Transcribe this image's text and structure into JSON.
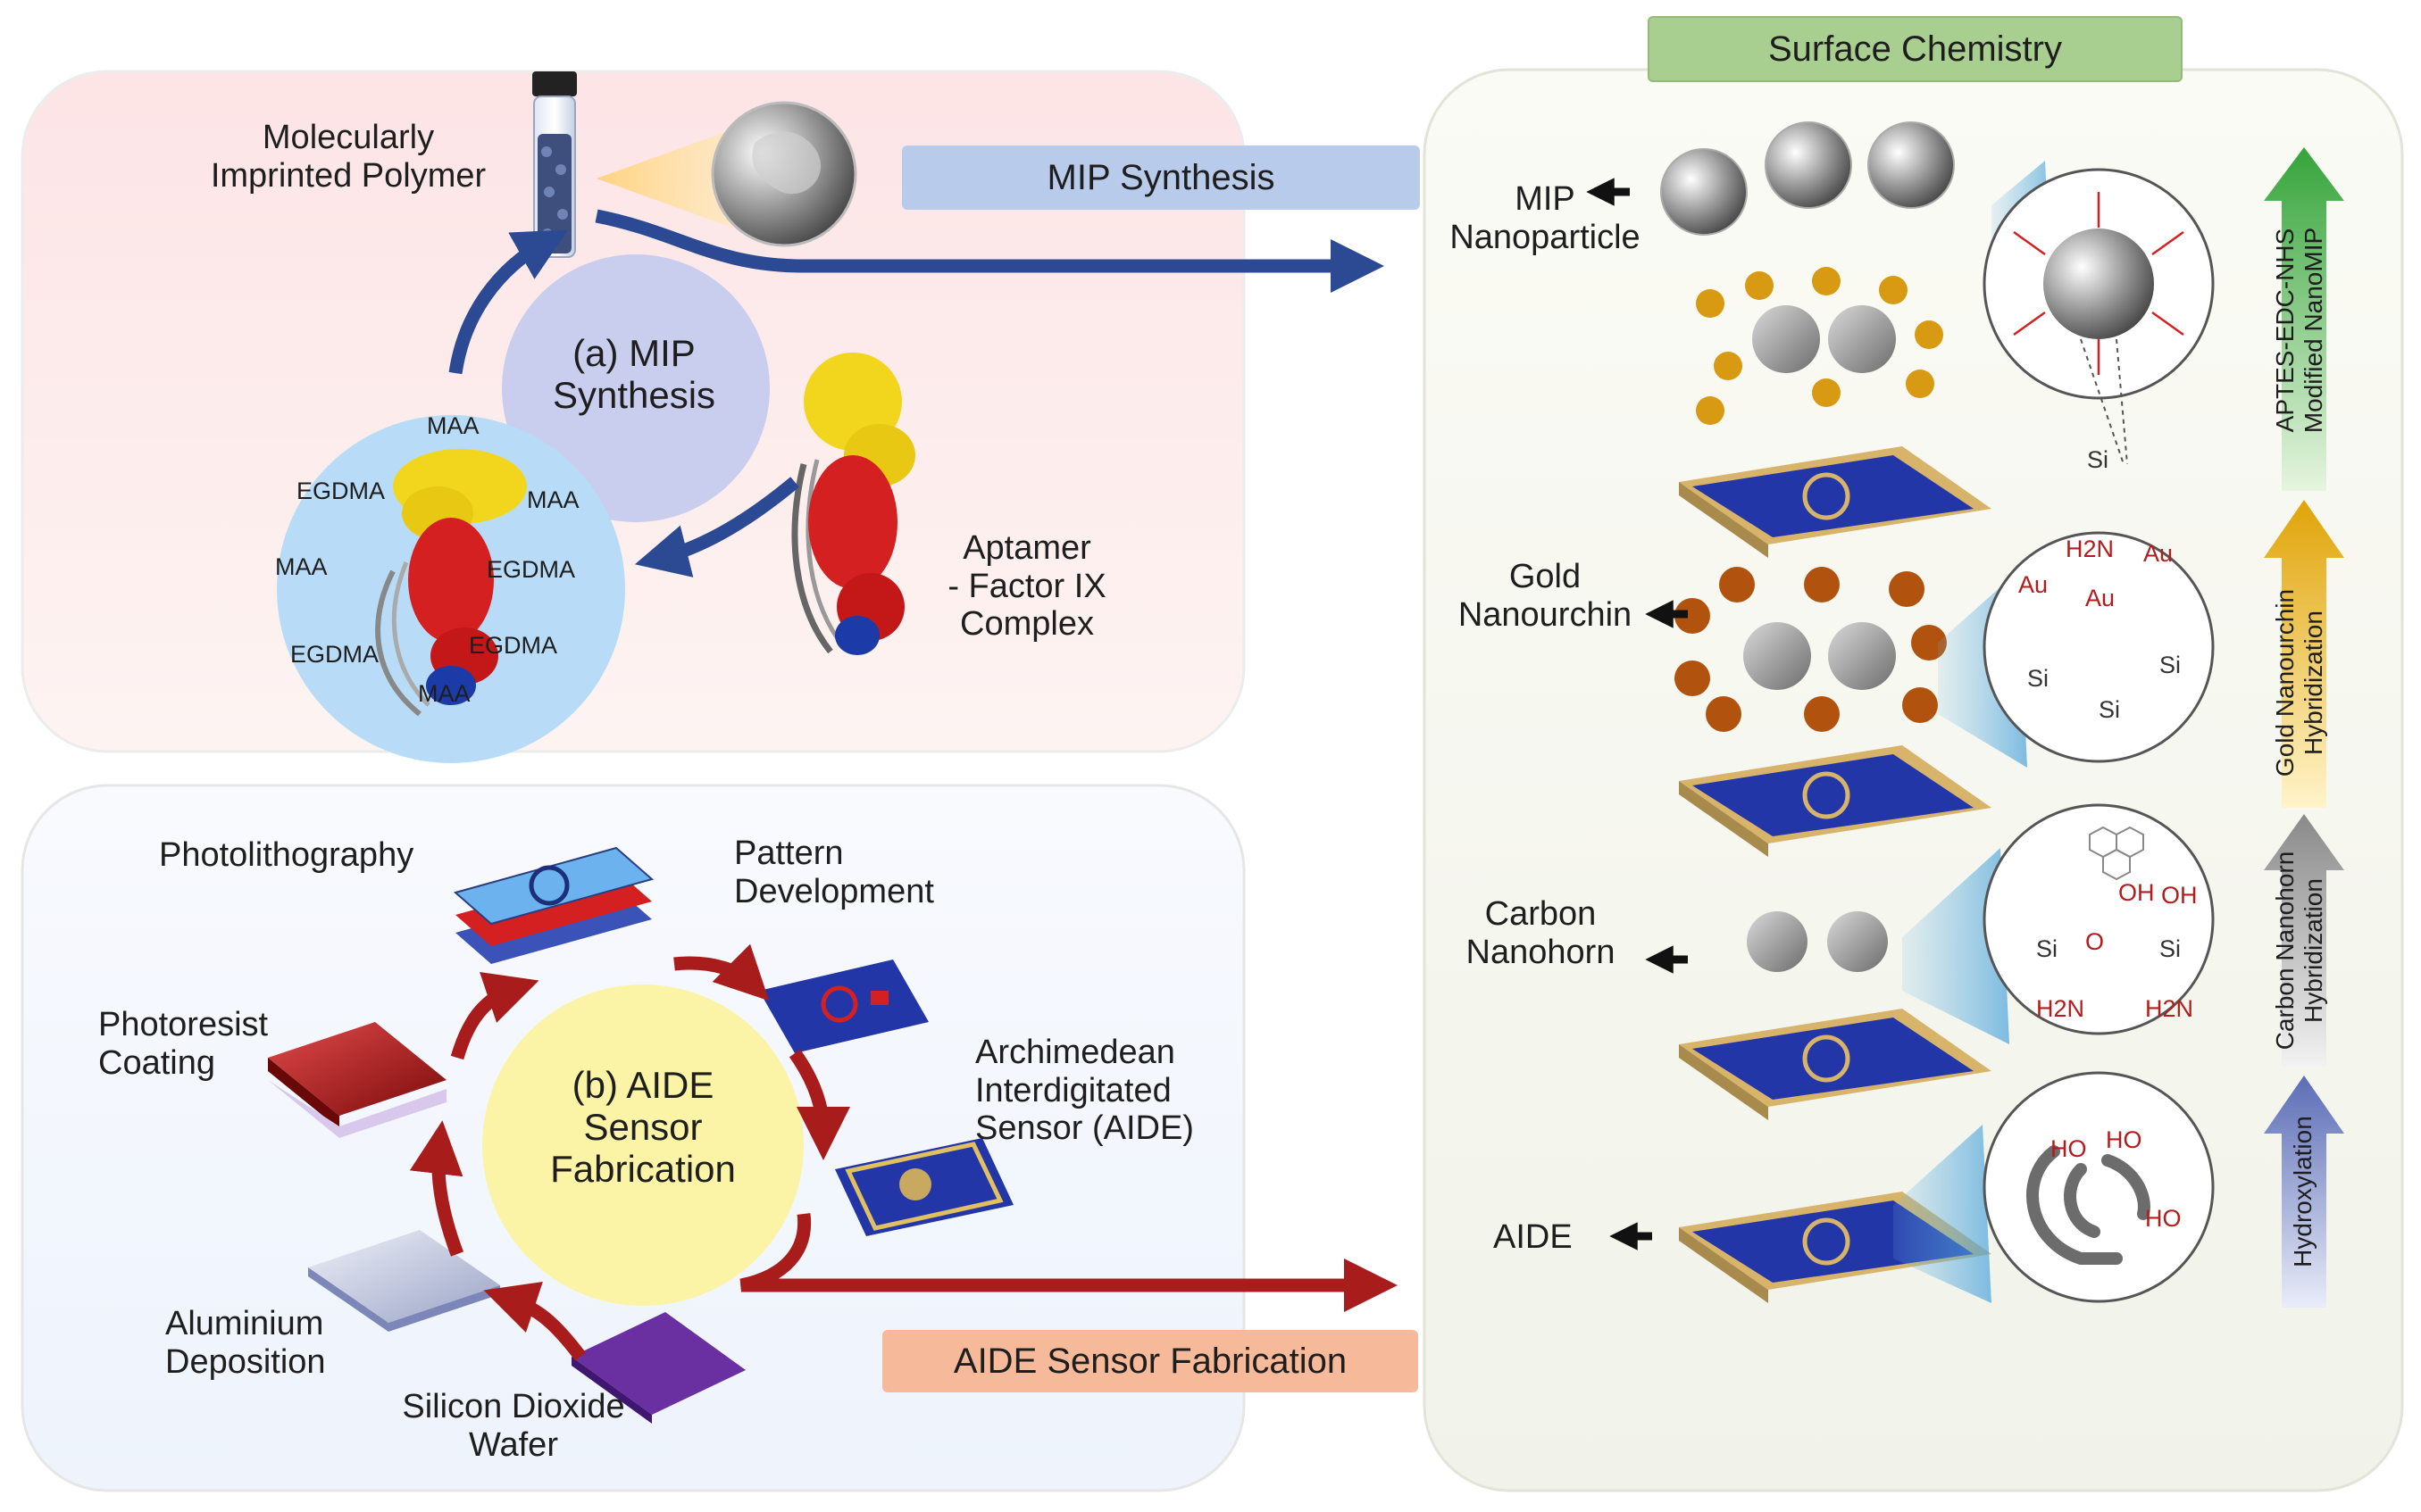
{
  "header": {
    "surface_chemistry": "Surface Chemistry"
  },
  "panel_a": {
    "center_line1": "(a) MIP",
    "center_line2": "Synthesis",
    "mip_line1": "Molecularly",
    "mip_line2": "Imprinted Polymer",
    "aptamer_line1": "Aptamer",
    "aptamer_line2": "- Factor IX",
    "aptamer_line3": "Complex",
    "monomers": [
      "MAA",
      "EGDMA",
      "MAA",
      "MAA",
      "EGDMA",
      "EGDMA",
      "EGDMA",
      "MAA"
    ]
  },
  "panel_b": {
    "center_line1": "(b) AIDE",
    "center_line2": "Sensor",
    "center_line3": "Fabrication",
    "photolithography": "Photolithography",
    "pattern_line1": "Pattern",
    "pattern_line2": "Development",
    "archimedean_line1": "Archimedean",
    "archimedean_line2": "Interdigitated",
    "archimedean_line3": "Sensor (AIDE)",
    "photoresist_line1": "Photoresist",
    "photoresist_line2": "Coating",
    "aluminium_line1": "Aluminium",
    "aluminium_line2": "Deposition",
    "silicon_line1": "Silicon Dioxide",
    "silicon_line2": "Wafer"
  },
  "flow": {
    "mip_synthesis": "MIP Synthesis",
    "aide_fabrication": "AIDE Sensor Fabrication"
  },
  "layers": {
    "mip_line1": "MIP",
    "mip_line2": "Nanoparticle",
    "gold_line1": "Gold",
    "gold_line2": "Nanourchin",
    "carbon_line1": "Carbon",
    "carbon_line2": "Nanohorn",
    "aide": "AIDE"
  },
  "steps": {
    "hydroxylation": "Hydroxylation",
    "carbon_line1": "Carbon Nanohorn",
    "carbon_line2": "Hybridization",
    "gold_line1": "Gold Nanourchin",
    "gold_line2": "Hybridization",
    "aptes_line1": "APTES-EDC-NHS",
    "aptes_line2": "Modified NanoMIP"
  },
  "chem": {
    "si": "Si",
    "au": "Au",
    "h2n": "H2N",
    "oh": "OH",
    "ho": "HO",
    "o": "O"
  },
  "colors": {
    "panel_a_bg": "#fdeeee",
    "panel_b_bg": "#f4f7fd",
    "panel_right_bg": "#f6f7f1",
    "mip_circle": "#c9cdee",
    "template_circle": "#b8dcf7",
    "aide_circle": "#fbf3a6",
    "flow_blue": "#2c4a94",
    "flow_red": "#a81c1c",
    "banner_mip": "#b9cbea",
    "banner_aide": "#f6b99a",
    "banner_surface": "#a9cf90",
    "sensor_blue": "#2336a8",
    "sensor_gold": "#d7b46a",
    "gold_star": "#d79a12",
    "urchin": "#b1530f"
  }
}
